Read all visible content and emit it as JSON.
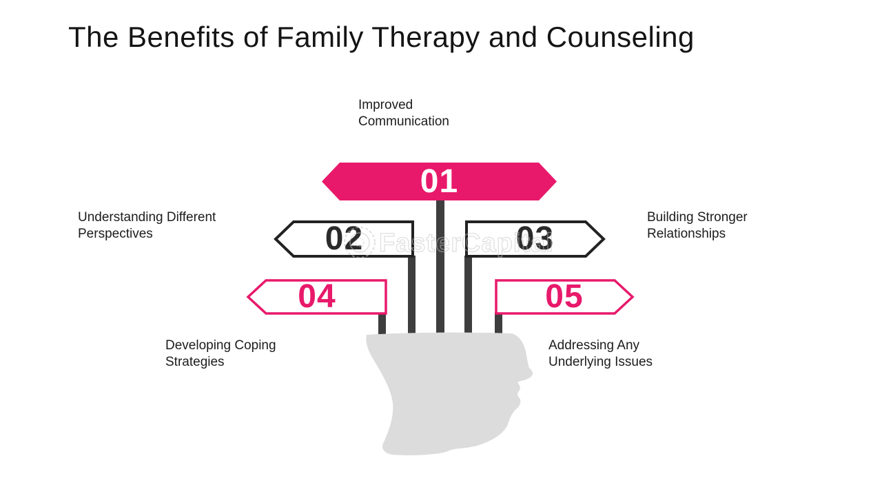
{
  "title": "The Benefits of Family Therapy and Counseling",
  "watermark": {
    "text": "FasterCapital",
    "icon": "gear-icon"
  },
  "colors": {
    "pink": "#E8196B",
    "dark_outline": "#222222",
    "post_gray": "#3E3E3E",
    "head_gray": "#DCDCDC",
    "watermark_gray": "#C6C6C6",
    "number_white": "#FFFFFF",
    "number_dark": "#2B2B2B",
    "text_black": "#1C1C1C"
  },
  "items": [
    {
      "number": "01",
      "label": "Improved\nCommunication",
      "style": "filled-pink",
      "direction": "both"
    },
    {
      "number": "02",
      "label": "Understanding Different\nPerspectives",
      "style": "outline-dark",
      "direction": "left"
    },
    {
      "number": "03",
      "label": "Building Stronger\nRelationships",
      "style": "outline-dark",
      "direction": "right"
    },
    {
      "number": "04",
      "label": "Developing Coping\nStrategies",
      "style": "outline-pink",
      "direction": "left"
    },
    {
      "number": "05",
      "label": "Addressing Any\nUnderlying Issues",
      "style": "outline-pink",
      "direction": "right"
    }
  ]
}
